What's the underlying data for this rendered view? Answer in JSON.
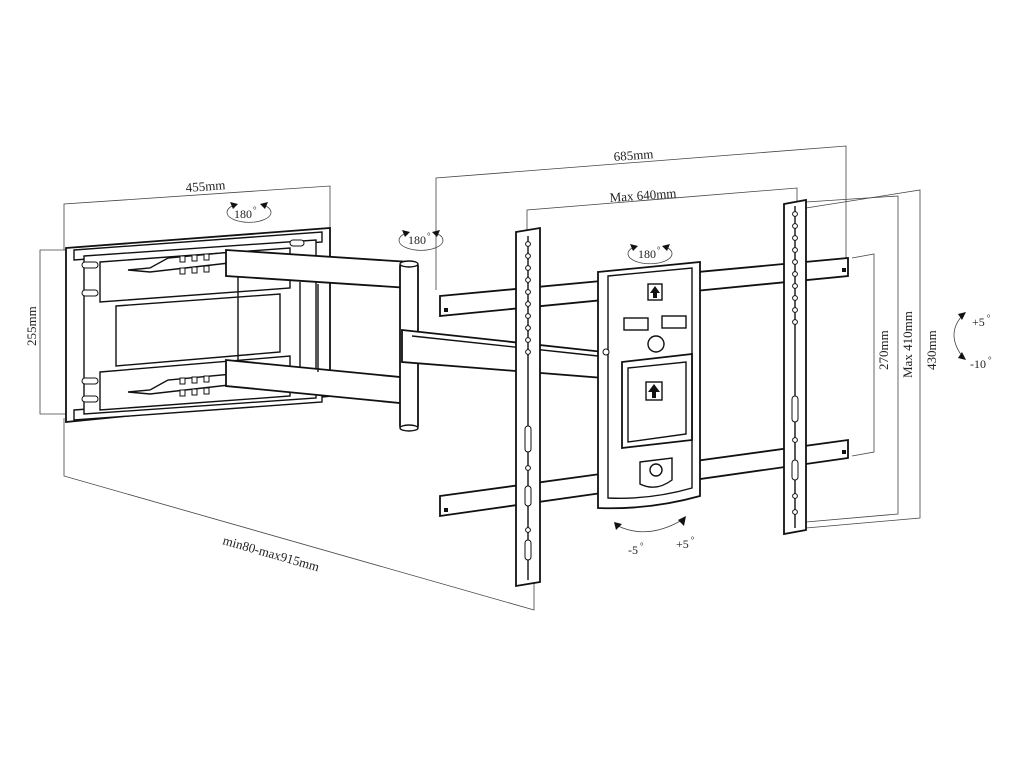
{
  "dimensions": {
    "wall_width": "455mm",
    "wall_height": "255mm",
    "top_width": "685mm",
    "max_width": "Max 640mm",
    "height_270": "270mm",
    "max_height": "Max 410mm",
    "height_430": "430mm",
    "extension": "min80-max915mm"
  },
  "rotations": {
    "wall_swivel": "180",
    "arm_swivel": "180",
    "plate_swivel": "180"
  },
  "tilt": {
    "up": "+5",
    "down": "-10"
  },
  "level": {
    "left": "-5",
    "right": "+5"
  },
  "degree_symbol": "°",
  "colors": {
    "line": "#111111",
    "dimension": "#444444",
    "background": "#ffffff"
  }
}
